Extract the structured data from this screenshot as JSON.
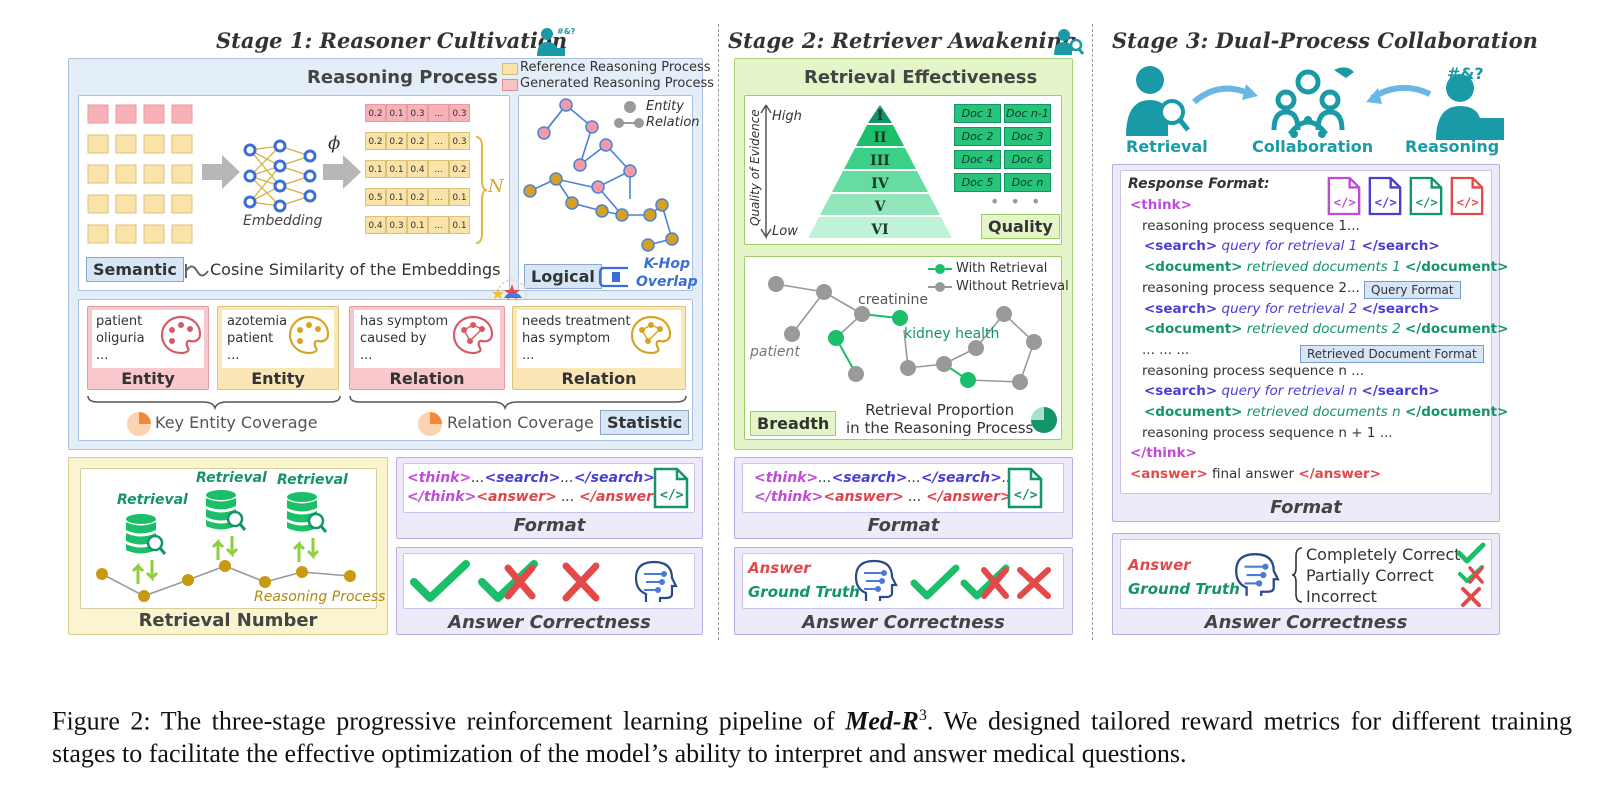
{
  "stage1": {
    "title": "Stage 1: Reasoner Cultivation",
    "reasoning_process_title": "Reasoning Process",
    "legend_reference": "Reference Reasoning Process",
    "legend_generated": "Generated Reasoning Process",
    "embedding_label": "Embedding",
    "phi": "ϕ",
    "n_label": "N",
    "matrix": [
      [
        "0.2",
        "0.1",
        "0.3",
        "...",
        "0.3"
      ],
      [
        "0.2",
        "0.2",
        "0.2",
        "...",
        "0.3"
      ],
      [
        "0.1",
        "0.1",
        "0.4",
        "...",
        "0.2"
      ],
      [
        "0.5",
        "0.1",
        "0.2",
        "...",
        "0.1"
      ],
      [
        "0.4",
        "0.3",
        "0.1",
        "...",
        "0.1"
      ]
    ],
    "semantic_tag": "Semantic",
    "cosine_label": "Cosine Similarity of the Embeddings",
    "entity_legend": "Entity",
    "relation_legend": "Relation",
    "logical_tag": "Logical",
    "khop_label": "K-Hop\nOverlap",
    "cards": [
      {
        "lines": [
          "patient",
          "oliguria",
          "..."
        ],
        "title": "Entity"
      },
      {
        "lines": [
          "azotemia",
          "patient",
          "..."
        ],
        "title": "Entity"
      },
      {
        "lines": [
          "has symptom",
          "caused by",
          "..."
        ],
        "title": "Relation"
      },
      {
        "lines": [
          "needs treatment",
          "has symptom",
          "..."
        ],
        "title": "Relation"
      }
    ],
    "key_entity_coverage": "Key Entity Coverage",
    "relation_coverage": "Relation Coverage",
    "statistic_tag": "Statistic",
    "retrieval_word": "Retrieval",
    "reasoning_process_label": "Reasoning Process",
    "retrieval_number": "Retrieval Number",
    "format_title": "Format",
    "answer_correctness": "Answer Correctness"
  },
  "stage2": {
    "title": "Stage 2: Retriever Awakening",
    "retrieval_effectiveness": "Retrieval Effectiveness",
    "high": "High",
    "low": "Low",
    "quality_of_evidence": "Quality of Evidence",
    "levels": [
      "I",
      "II",
      "III",
      "IV",
      "V",
      "VI"
    ],
    "docs": [
      "Doc 1",
      "Doc n-1",
      "Doc 2",
      "Doc 3",
      "Doc 4",
      "Doc 6",
      "Doc 5",
      "Doc n"
    ],
    "quality_tag": "Quality",
    "with_retrieval": "With Retrieval",
    "without_retrieval": "Without Retrieval",
    "creatinine": "creatinine",
    "patient": "patient",
    "kidney_health": "kidney health",
    "breadth_tag": "Breadth",
    "retrieval_proportion": "Retrieval Proportion\nin the Reasoning Process",
    "format_title": "Format",
    "answer": "Answer",
    "ground_truth": "Ground Truth",
    "answer_correctness": "Answer Correctness"
  },
  "stage3": {
    "title": "Stage 3: Dual-Process Collaboration",
    "retrieval": "Retrieval",
    "collaboration": "Collaboration",
    "reasoning": "Reasoning",
    "symbol": "#&?",
    "response_format": "Response Format:",
    "format_title": "Format",
    "query_format": "Query Format",
    "retrieved_doc_format": "Retrieved Document Format",
    "answer": "Answer",
    "ground_truth": "Ground Truth",
    "completely_correct": "Completely Correct",
    "partially_correct": "Partially Correct",
    "incorrect": "Incorrect",
    "answer_correctness": "Answer Correctness"
  },
  "format_snippet": {
    "line1": [
      "<think>",
      "...",
      "<search>",
      "...",
      "</search>",
      "..."
    ],
    "line2": [
      "</think>",
      "<answer>",
      "...",
      "</answer>"
    ]
  },
  "response_lines": [
    {
      "parts": [
        [
          "tk",
          "<think>"
        ]
      ]
    },
    {
      "parts": [
        [
          "plain",
          "reasoning process sequence 1..."
        ]
      ]
    },
    {
      "parts": [
        [
          "sr",
          "<search>"
        ],
        [
          "sri",
          " query for retrieval 1 "
        ],
        [
          "sr",
          "</search>"
        ]
      ]
    },
    {
      "parts": [
        [
          "dc",
          "<document>"
        ],
        [
          "dci",
          " retrieved documents 1 "
        ],
        [
          "dc",
          "</document>"
        ]
      ]
    },
    {
      "parts": [
        [
          "plain",
          "reasoning process sequence 2..."
        ]
      ]
    },
    {
      "parts": [
        [
          "sr",
          "<search>"
        ],
        [
          "sri",
          " query for retrieval 2 "
        ],
        [
          "sr",
          "</search>"
        ]
      ]
    },
    {
      "parts": [
        [
          "dc",
          "<document>"
        ],
        [
          "dci",
          " retrieved documents 2 "
        ],
        [
          "dc",
          "</document>"
        ]
      ]
    },
    {
      "parts": [
        [
          "plain",
          "... ... ..."
        ]
      ]
    },
    {
      "parts": [
        [
          "plain",
          "reasoning process sequence n ..."
        ]
      ]
    },
    {
      "parts": [
        [
          "sr",
          "<search>"
        ],
        [
          "sri",
          " query for retrieval n "
        ],
        [
          "sr",
          "</search>"
        ]
      ]
    },
    {
      "parts": [
        [
          "dc",
          "<document>"
        ],
        [
          "dci",
          " retrieved documents n "
        ],
        [
          "dc",
          "</document>"
        ]
      ]
    },
    {
      "parts": [
        [
          "plain",
          "reasoning process sequence n + 1 ..."
        ]
      ]
    },
    {
      "parts": [
        [
          "tk",
          "</think>"
        ]
      ]
    },
    {
      "parts": [
        [
          "an",
          "<answer>"
        ],
        [
          "plain",
          " final answer "
        ],
        [
          "an",
          "</answer>"
        ]
      ]
    }
  ],
  "caption": {
    "prefix": "Figure 2: The three-stage progressive reinforcement learning pipeline of ",
    "model": "Med-R",
    "sup": "3",
    "suffix": ". We designed tailored reward metrics for different training stages to facilitate the effective optimization of the model’s ability to interpret and answer medical questions."
  },
  "colors": {
    "stage1_bg": "#e4eef9",
    "stage2_bg": "#e4f5c9",
    "format_bg": "#efeafa",
    "retrieval_number_bg": "#faf5cf",
    "teal": "#1a9aa6",
    "green": "#1bbf6a",
    "red": "#e24a4a"
  },
  "icons": [
    "reasoner-person-icon",
    "retriever-person-icon",
    "neural-network-icon",
    "code-file-icon",
    "head-brain-icon",
    "check-icon",
    "cross-icon",
    "database-icon",
    "pie-chart-icon",
    "collaboration-network-icon"
  ]
}
